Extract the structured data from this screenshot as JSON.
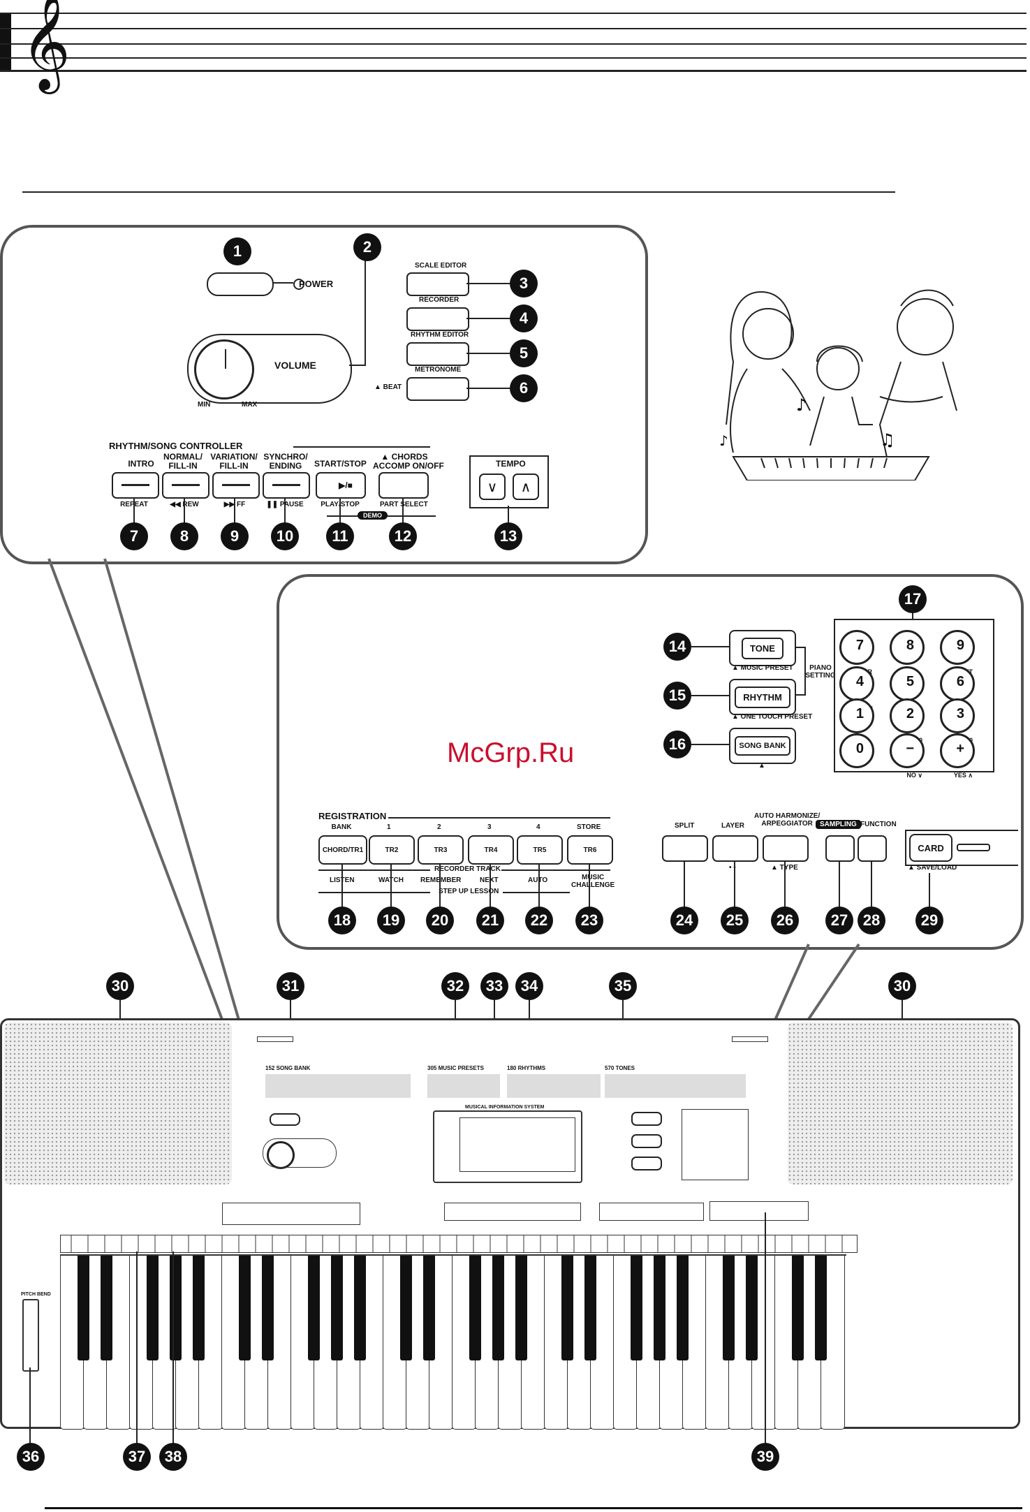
{
  "watermark": "McGrp.Ru",
  "power_panel": {
    "power": "POWER",
    "volume": "VOLUME",
    "min": "MIN",
    "max": "MAX",
    "scale_editor": "SCALE EDITOR",
    "recorder": "RECORDER",
    "rhythm_editor": "RHYTHM EDITOR",
    "metronome": "METRONOME",
    "beat": "▲ BEAT"
  },
  "rhythm_controller": {
    "title": "RHYTHM/SONG CONTROLLER",
    "buttons": [
      {
        "top": "INTRO",
        "bottom": "REPEAT"
      },
      {
        "top": "NORMAL/\nFILL-IN",
        "bottom": "◀◀ REW"
      },
      {
        "top": "VARIATION/\nFILL-IN",
        "bottom": "▶▶ FF"
      },
      {
        "top": "SYNCHRO/\nENDING",
        "bottom": "❚❚ PAUSE"
      },
      {
        "top": "START/STOP",
        "bottom": "PLAY/STOP",
        "face": "▶/■"
      },
      {
        "top": "▲ CHORDS\nACCOMP ON/OFF",
        "bottom": "PART SELECT"
      }
    ],
    "demo": "DEMO",
    "tempo": "TEMPO",
    "tempo_down": "∨",
    "tempo_up": "∧"
  },
  "mode_panel": {
    "tone": "TONE",
    "tone_sub": "▲ MUSIC PRESET",
    "rhythm": "RHYTHM",
    "rhythm_sub": "▲ ONE TOUCH PRESET",
    "piano_setting": "PIANO\nSETTING",
    "song_bank": "SONG BANK",
    "song_bank_sub": "▲"
  },
  "keypad": [
    {
      "key": "7",
      "sub": "ENTER"
    },
    {
      "key": "8",
      "sub": ""
    },
    {
      "key": "9",
      "sub": "EXIT"
    },
    {
      "key": "4",
      "sub": "◀"
    },
    {
      "key": "5",
      "sub": ""
    },
    {
      "key": "6",
      "sub": "▶"
    },
    {
      "key": "1",
      "sub": ""
    },
    {
      "key": "2",
      "sub": "-10"
    },
    {
      "key": "3",
      "sub": "+10"
    },
    {
      "key": "0",
      "sub": ""
    },
    {
      "key": "−",
      "sub": "NO ∨"
    },
    {
      "key": "+",
      "sub": "YES ∧"
    }
  ],
  "registration": {
    "title": "REGISTRATION",
    "buttons": [
      {
        "top": "BANK",
        "face": "CHORD/TR1",
        "bottom": "LISTEN"
      },
      {
        "top": "1",
        "face": "TR2",
        "bottom": "WATCH"
      },
      {
        "top": "2",
        "face": "TR3",
        "bottom": "REMEMBER"
      },
      {
        "top": "3",
        "face": "TR4",
        "bottom": "NEXT"
      },
      {
        "top": "4",
        "face": "TR5",
        "bottom": "AUTO"
      },
      {
        "top": "STORE",
        "face": "TR6",
        "bottom": "MUSIC\nCHALLENGE"
      }
    ],
    "recorder_track": "RECORDER TRACK",
    "step_up": "STEP UP LESSON"
  },
  "function_buttons": {
    "split": "SPLIT",
    "layer": "LAYER",
    "auto_harmonize": "AUTO HARMONIZE/\nARPEGGIATOR",
    "type": "▲ TYPE",
    "layer_sub": "• •",
    "sampling": "SAMPLING",
    "function": "FUNCTION",
    "card": "CARD",
    "save_load": "▲ SAVE/LOAD"
  },
  "keyboard": {
    "song_bank_label": "152 SONG BANK",
    "music_presets_label": "305 MUSIC PRESETS",
    "rhythms_label": "180 RHYTHMS",
    "tones_label": "570 TONES",
    "display_title": "MUSICAL INFORMATION SYSTEM",
    "pitch_bend": "PITCH BEND"
  },
  "callouts": [
    "1",
    "2",
    "3",
    "4",
    "5",
    "6",
    "7",
    "8",
    "9",
    "10",
    "11",
    "12",
    "13",
    "14",
    "15",
    "16",
    "17",
    "18",
    "19",
    "20",
    "21",
    "22",
    "23",
    "24",
    "25",
    "26",
    "27",
    "28",
    "29",
    "30",
    "31",
    "32",
    "33",
    "34",
    "35",
    "36",
    "37",
    "38",
    "39"
  ]
}
